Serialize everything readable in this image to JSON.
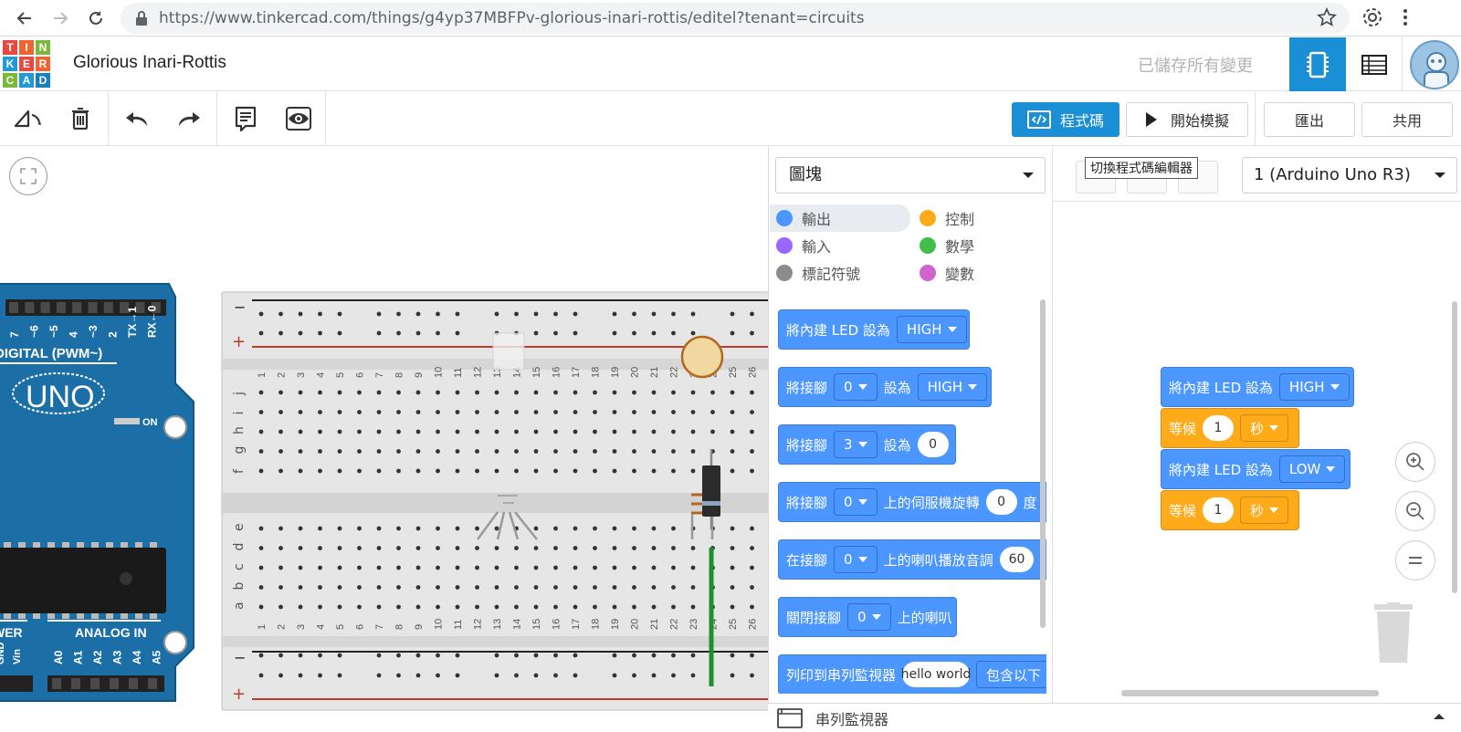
{
  "browser": {
    "url": "https://www.tinkercad.com/things/g4yp37MBFPv-glorious-inari-rottis/editel?tenant=circuits"
  },
  "header": {
    "logo_letters": [
      "T",
      "I",
      "N",
      "K",
      "E",
      "R",
      "C",
      "A",
      "D"
    ],
    "logo_colors": [
      "#e8483f",
      "#f0642f",
      "#7bb93a",
      "#1f9ad6",
      "#e8483f",
      "#f0642f",
      "#7bb93a",
      "#1f9ad6",
      "#1a7fc1"
    ],
    "title": "Glorious Inari-Rottis",
    "save_status": "已儲存所有變更"
  },
  "toolbar": {
    "code_label": "程式碼",
    "simulate_label": "開始模擬",
    "export_label": "匯出",
    "share_label": "共用"
  },
  "code_panel": {
    "mode": "圖塊",
    "board": "1 (Arduino Uno R3)",
    "tooltip": "切換程式碼編輯器",
    "categories": [
      {
        "label": "輸出",
        "color": "#4c97ff"
      },
      {
        "label": "控制",
        "color": "#ffab19"
      },
      {
        "label": "輸入",
        "color": "#9966ff"
      },
      {
        "label": "數學",
        "color": "#40bf4a"
      },
      {
        "label": "標記符號",
        "color": "#8c8c8c"
      },
      {
        "label": "變數",
        "color": "#cf63cf"
      }
    ],
    "palette": {
      "b1": {
        "text": "將內建 LED 設為",
        "dd": "HIGH"
      },
      "b2": {
        "t1": "將接腳",
        "pin": "0",
        "t2": "設為",
        "dd": "HIGH"
      },
      "b3": {
        "t1": "將接腳",
        "pin": "3",
        "t2": "設為",
        "val": "0"
      },
      "b4": {
        "t1": "將接腳",
        "pin": "0",
        "t2": "上的伺服機旋轉",
        "val": "0",
        "t3": "度"
      },
      "b5": {
        "t1": "在接腳",
        "pin": "0",
        "t2": "上的喇叭播放音調",
        "val": "60"
      },
      "b6": {
        "t1": "關閉接腳",
        "pin": "0",
        "t2": "上的喇叭"
      },
      "b7": {
        "t1": "列印到串列監視器",
        "val": "hello world",
        "t2": "包含以下"
      }
    },
    "workspace": {
      "s1": {
        "text": "將內建 LED 設為",
        "dd": "HIGH"
      },
      "s2": {
        "text": "等候",
        "val": "1",
        "dd": "秒"
      },
      "s3": {
        "text": "將內建 LED 設為",
        "dd": "LOW"
      },
      "s4": {
        "text": "等候",
        "val": "1",
        "dd": "秒"
      }
    },
    "serial_label": "串列監視器"
  },
  "canvas": {
    "arduino": {
      "model": "UNO",
      "on_label": "ON",
      "digital_label": "DIGITAL (PWM~)",
      "analog_label": "ANALOG IN",
      "power_label": "WER",
      "pins_top": [
        "7",
        "~6",
        "~5",
        "4",
        "~3",
        "2",
        "TX→1",
        "RX←0"
      ],
      "pins_bottom": [
        "A0",
        "A1",
        "A2",
        "A3",
        "A4",
        "A5"
      ],
      "pins_power": [
        "GND",
        "Vin"
      ]
    },
    "breadboard": {
      "columns": [
        "1",
        "2",
        "3",
        "4",
        "5",
        "6",
        "7",
        "8",
        "9",
        "10",
        "11",
        "12",
        "13",
        "14",
        "15",
        "16",
        "17",
        "18",
        "19",
        "20",
        "21",
        "22",
        "23",
        "24",
        "25",
        "26"
      ],
      "rows_top": [
        "j",
        "i",
        "h",
        "g",
        "f"
      ],
      "rows_bottom": [
        "e",
        "d",
        "c",
        "b",
        "a"
      ],
      "minus": "−",
      "plus": "+"
    }
  }
}
